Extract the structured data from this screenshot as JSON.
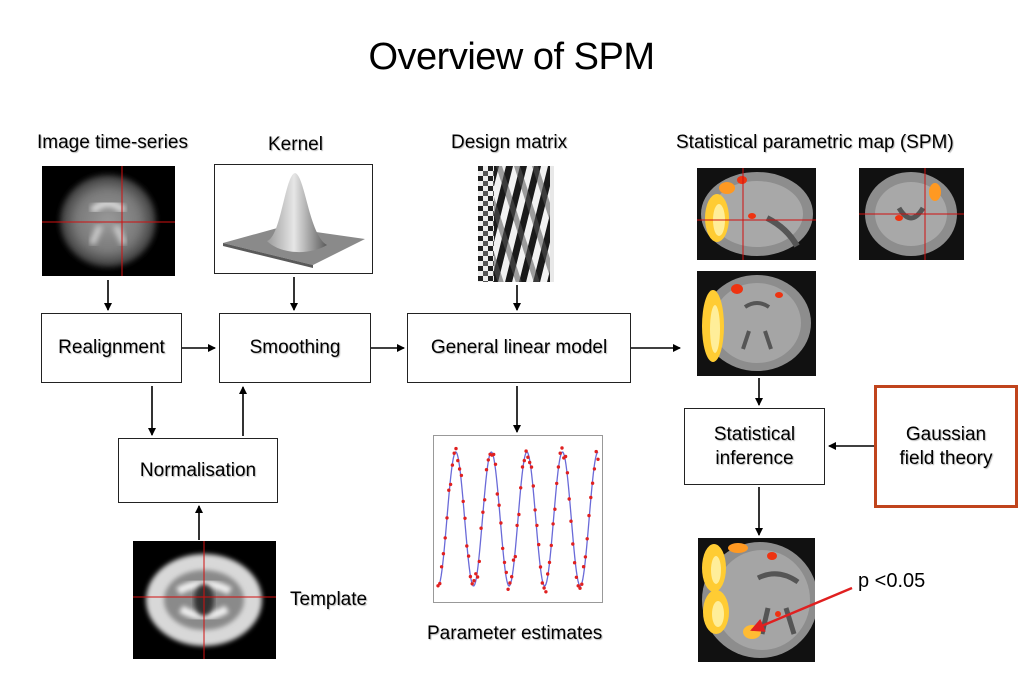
{
  "title": "Overview of SPM",
  "labels": {
    "image_time_series": "Image time-series",
    "kernel": "Kernel",
    "design_matrix": "Design matrix",
    "spm_map": "Statistical parametric map (SPM)",
    "template": "Template",
    "parameter_estimates": "Parameter estimates",
    "p_value": "p <0.05"
  },
  "boxes": {
    "realignment": "Realignment",
    "smoothing": "Smoothing",
    "glm": "General linear model",
    "normalisation": "Normalisation",
    "stat_inference_1": "Statistical",
    "stat_inference_2": "inference",
    "gaussian_1": "Gaussian",
    "gaussian_2": "field theory"
  },
  "colors": {
    "gaussian_border": "#c0441c",
    "pointer_arrow": "#e02020",
    "crosshair": "#d01010",
    "activation": "#ffcc33"
  }
}
